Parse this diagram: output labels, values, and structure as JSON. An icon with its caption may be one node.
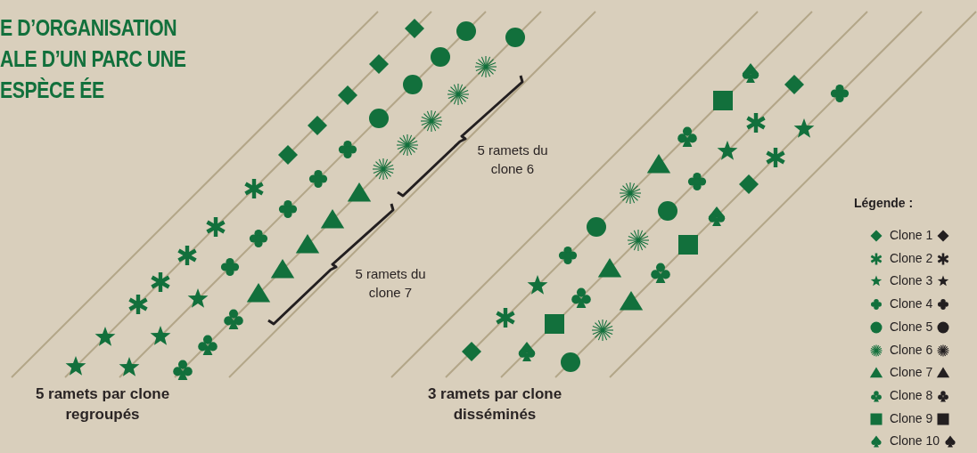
{
  "diagram": {
    "title": "E D’ORGANISATION ALE D’UN PARC UNE ESPÈCE ÉE",
    "labels": [
      "5 ramets du clone 6",
      "5 ramets du clone 7",
      "5 ramets par clone regroupés",
      "3 ramets par clone disséminés",
      "Légende :"
    ],
    "legend": [
      {
        "text": "Clone 1"
      },
      {
        "text": "Clone 2"
      },
      {
        "text": "Clone 3"
      },
      {
        "text": "Clone 4"
      },
      {
        "text": "Clone 5"
      },
      {
        "text": "Clone 6"
      },
      {
        "text": "Clone 7"
      },
      {
        "text": "Clone 8"
      },
      {
        "text": "Clone 9"
      },
      {
        "text": "Clone 10"
      }
    ]
  }
}
